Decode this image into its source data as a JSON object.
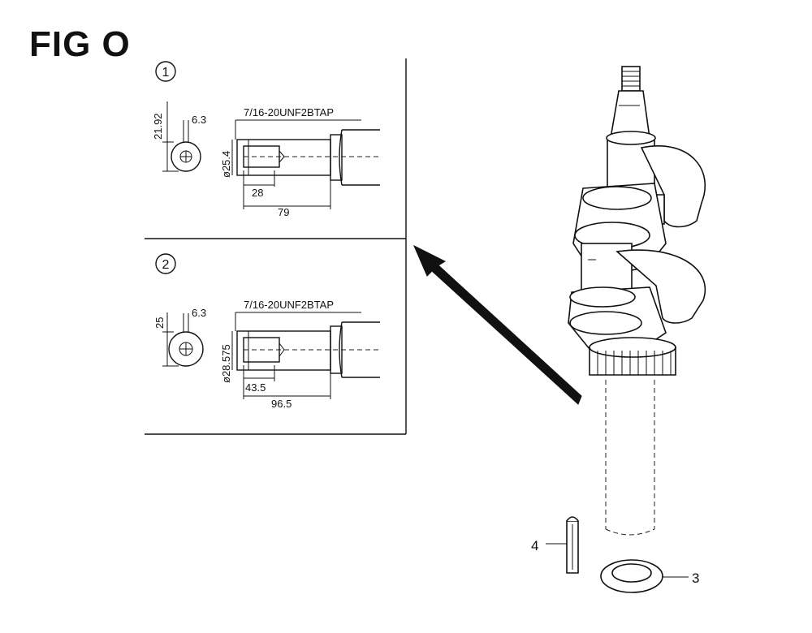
{
  "figure": {
    "title": "FIG O"
  },
  "detail_1": {
    "marker": "1",
    "thread": "7/16-20UNF2BTAP",
    "dim_height": "21.92",
    "dim_key": "6.3",
    "dim_dia": "ø25.4",
    "dim_depth": "28",
    "dim_length": "79"
  },
  "detail_2": {
    "marker": "2",
    "thread": "7/16-20UNF2BTAP",
    "dim_height": "25",
    "dim_key": "6.3",
    "dim_dia": "ø28.575",
    "dim_depth": "43.5",
    "dim_length": "96.5"
  },
  "callouts": {
    "key": "4",
    "washer": "3"
  }
}
